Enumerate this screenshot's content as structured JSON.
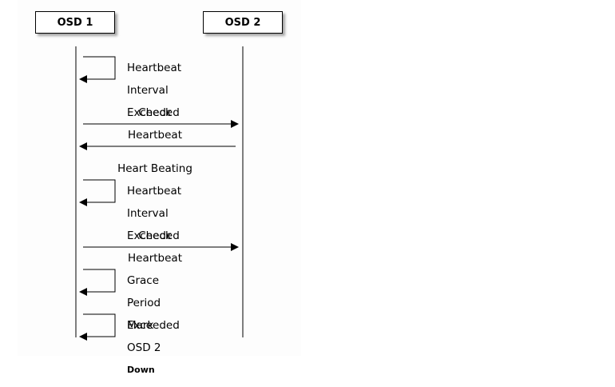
{
  "diagram": {
    "actors": [
      "OSD 1",
      "OSD 2"
    ],
    "messages": [
      {
        "from": "OSD 1",
        "to": "OSD 1",
        "lines": [
          "Heartbeat",
          "Interval",
          "Exceeded"
        ]
      },
      {
        "from": "OSD 1",
        "to": "OSD 2",
        "lines": [
          "Check",
          "Heartbeat"
        ]
      },
      {
        "from": "OSD 2",
        "to": "OSD 1",
        "lines": [
          "Heart Beating"
        ]
      },
      {
        "from": "OSD 1",
        "to": "OSD 1",
        "lines": [
          "Heartbeat",
          "Interval",
          "Exceeded"
        ]
      },
      {
        "from": "OSD 1",
        "to": "OSD 2",
        "lines": [
          "Check",
          "Heartbeat"
        ]
      },
      {
        "from": "OSD 1",
        "to": "OSD 1",
        "lines": [
          "Grace",
          "Period",
          "Exceeded"
        ]
      },
      {
        "from": "OSD 1",
        "to": "OSD 1",
        "lines": [
          "Mark",
          "OSD 2",
          "Down"
        ]
      }
    ]
  }
}
